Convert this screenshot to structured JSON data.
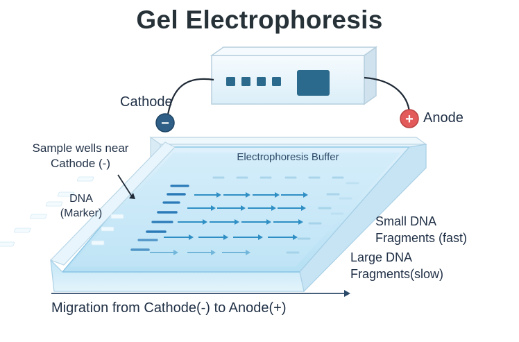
{
  "title": "Gel Electrophoresis",
  "labels": {
    "cathode": "Cathode",
    "anode": "Anode",
    "buffer": "Electrophoresis Buffer",
    "sample_wells": "Sample wells near Cathode (-)",
    "dna_marker": "DNA (Marker)",
    "small_fragments": "Small DNA Fragments (fast)",
    "large_fragments": "Large DNA Fragments(slow)",
    "migration": "Migration from Cathode(-) to Anode(+)"
  },
  "symbols": {
    "cathode": "−",
    "anode": "+"
  },
  "colors": {
    "cathode_terminal": "#2f5f86",
    "anode_terminal": "#e25a5a",
    "dna_band": "#2a7ab8",
    "migration_arrow": "#2f8fc4",
    "buffer": "#a8d8f0",
    "power_display": "#2b6a8c"
  }
}
